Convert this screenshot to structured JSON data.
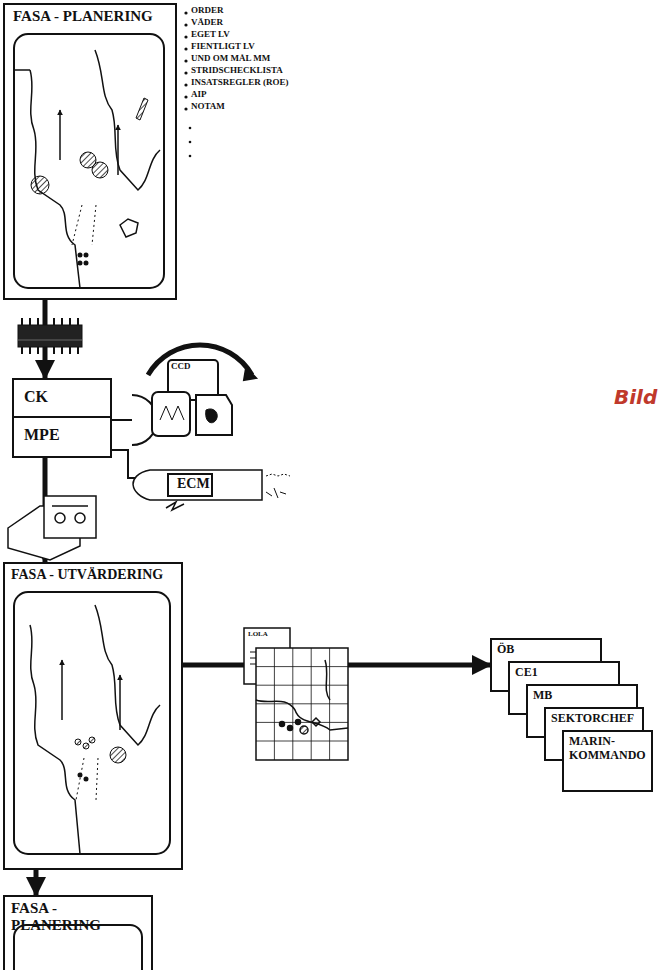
{
  "diagram": {
    "nodes": [
      {
        "text": [
          "FASA - PLANERING"
        ]
      },
      {
        "text": [
          "CK"
        ]
      },
      {
        "text": [
          "MPE"
        ]
      },
      {
        "text": [
          "FASA - UTVÄRDERING"
        ]
      },
      {
        "text": [
          "ÖB"
        ]
      },
      {
        "text": [
          "CE1"
        ]
      },
      {
        "text": [
          "MB"
        ]
      },
      {
        "text": [
          "SEKTORCHEF"
        ]
      },
      {
        "text": [
          "MARIN- KOMMANDO"
        ]
      },
      {
        "text": [
          "FASA - PLANERING"
        ]
      }
    ],
    "edges": [
      {
        "from": 0,
        "to": 1,
        "arrow": "to"
      },
      {
        "from": 2,
        "to": 3,
        "arrow": "to"
      },
      {
        "from": 3,
        "to": 4,
        "arrow": "to"
      },
      {
        "from": 3,
        "to": 9,
        "arrow": "to"
      }
    ],
    "labels": [
      "ORDER",
      "VÄDER",
      "EGET LV",
      "FIENTLIGT LV",
      "UND OM MÅL MM",
      "STRIDSCHECKLISTA",
      "INSATSREGLER (ROE)",
      "AIP",
      "NOTAM",
      "CCD",
      "ECM",
      "Bild",
      "LOLA"
    ]
  }
}
